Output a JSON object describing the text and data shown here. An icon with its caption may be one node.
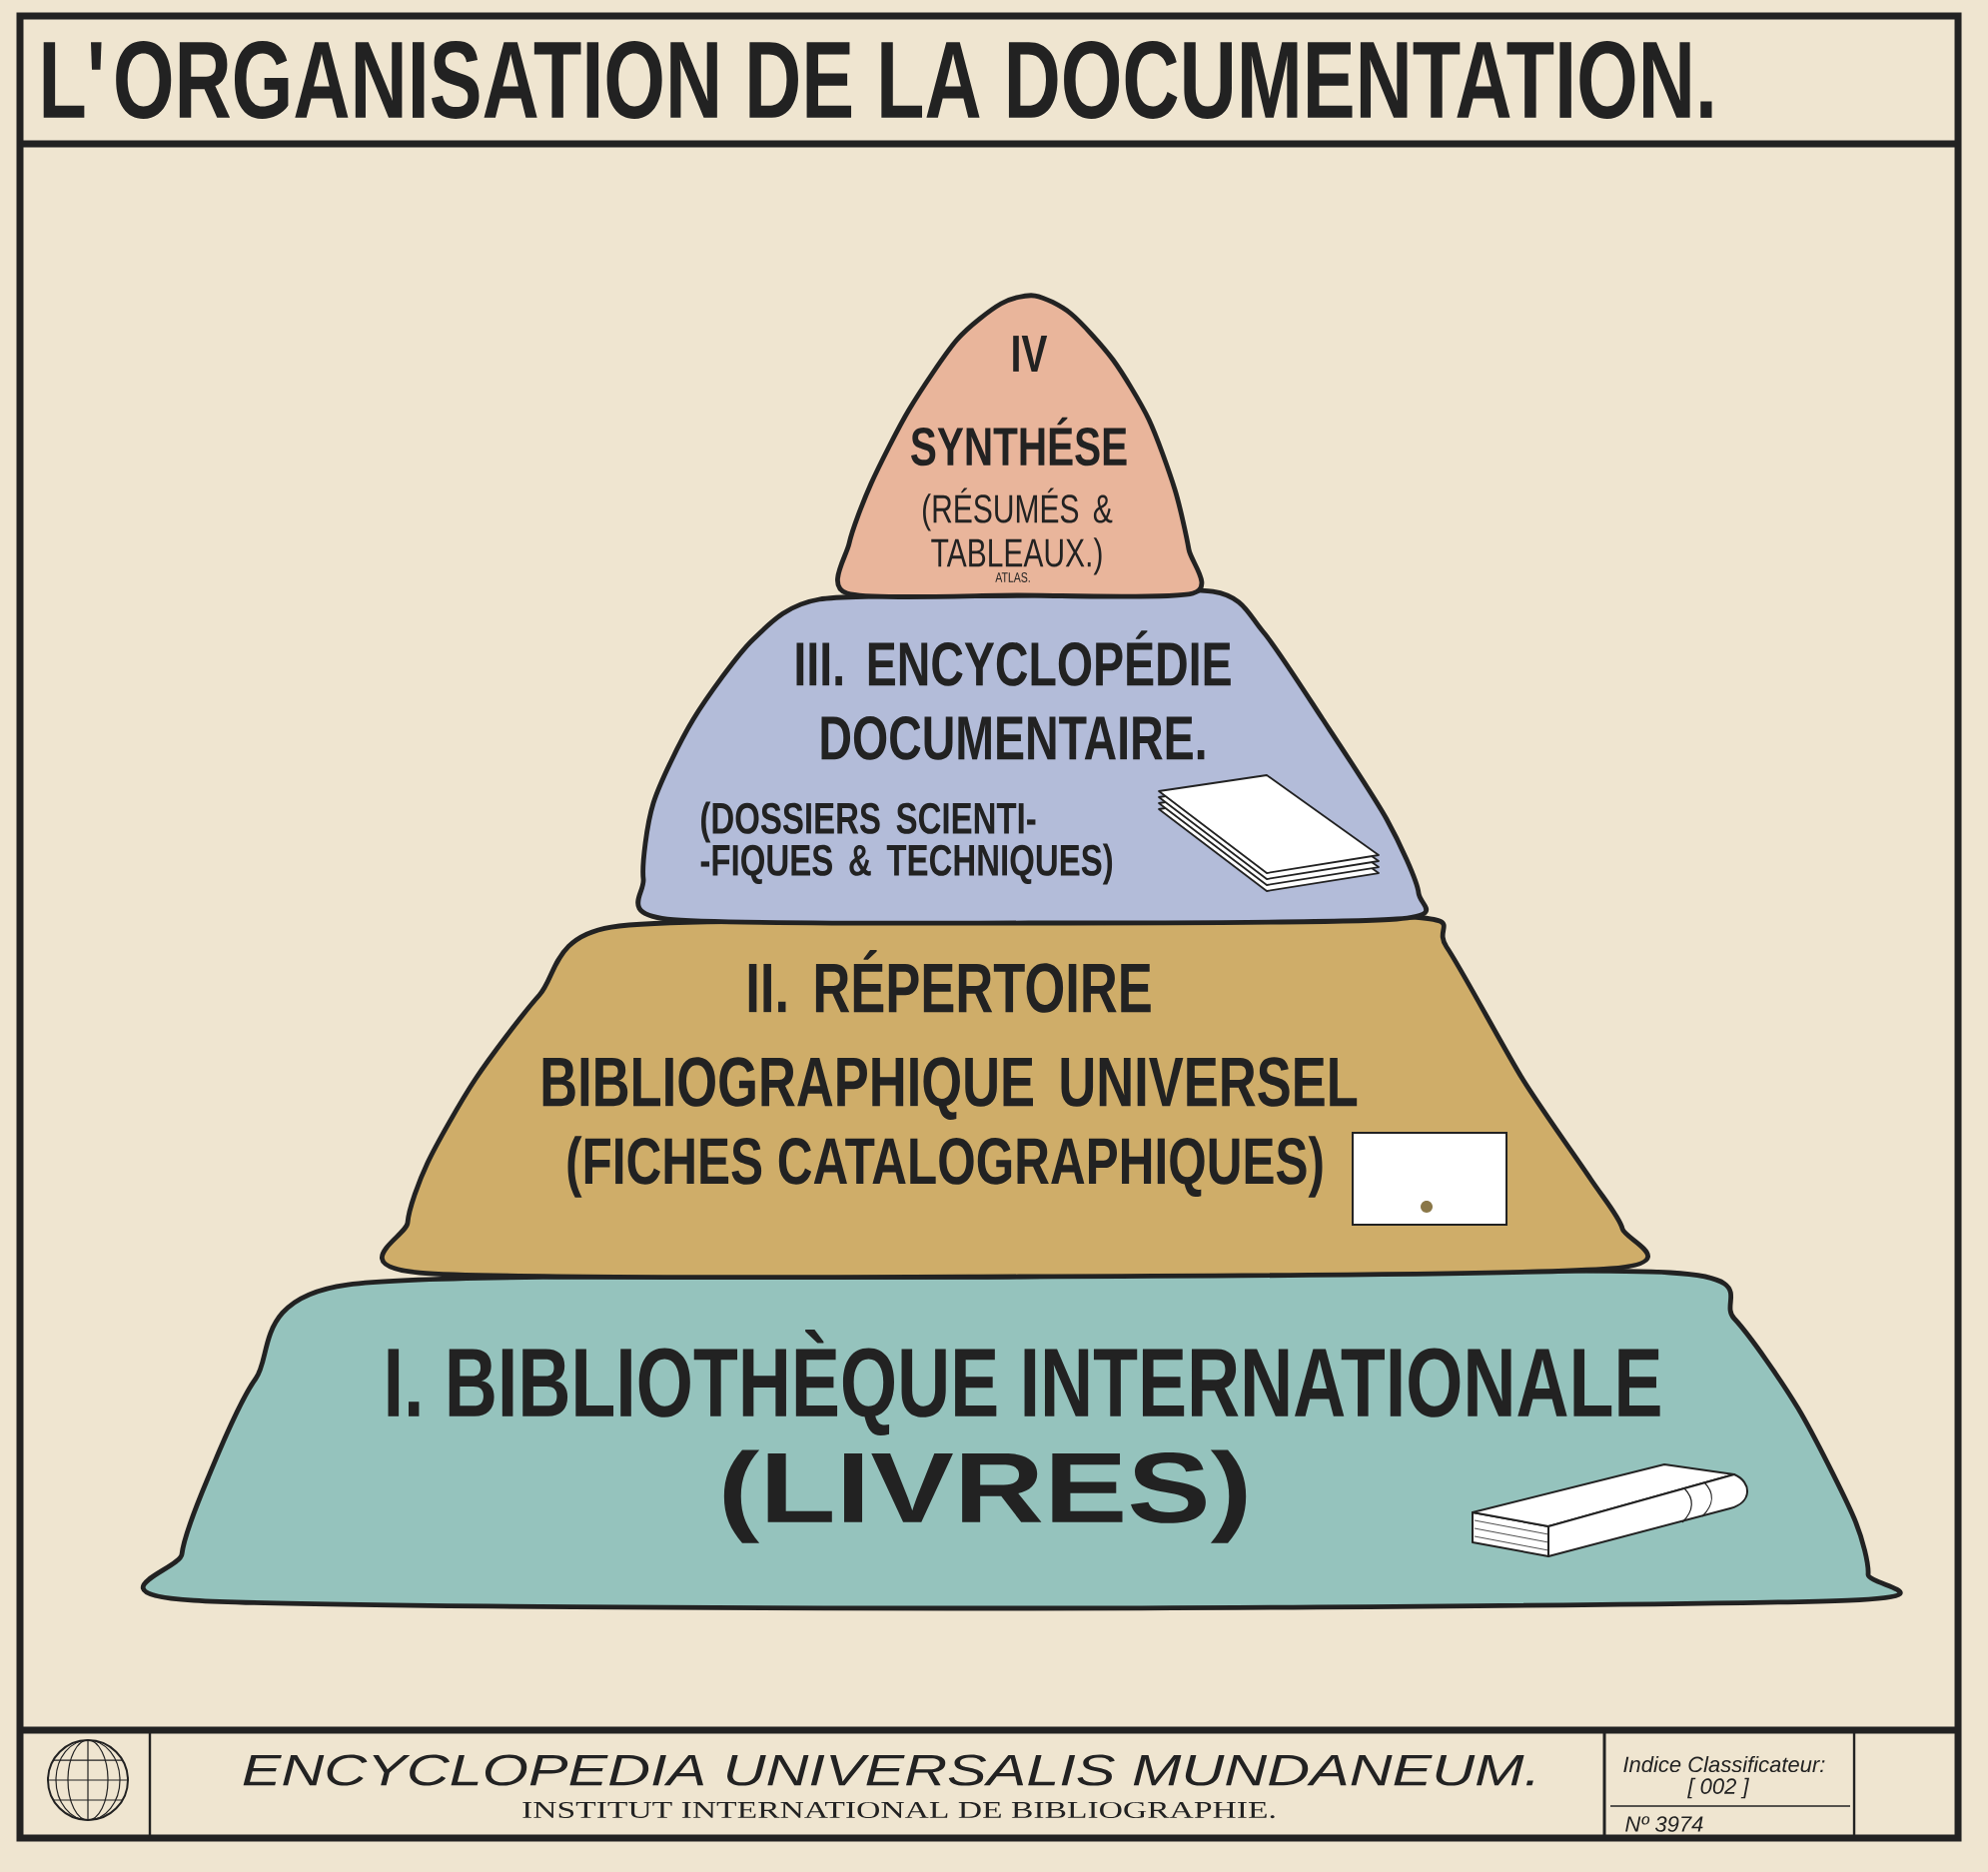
{
  "diagram": {
    "title": "L'ORGANISATION DE LA DOCUMENTATION.",
    "nodes": [
      {
        "text": [
          "IV",
          "SYNTHÉSE",
          "(RÉSUMÉS & TABLEAUX.)",
          "ATLAS."
        ]
      },
      {
        "text": [
          "III. ENCYCLOPÉDIE DOCUMENTAIRE.",
          "(DOSSIERS SCIENTI- -FIQUES & TECHNIQUES)"
        ]
      },
      {
        "text": [
          "II. RÉPERTOIRE BIBLIOGRAPHIQUE UNIVERSEL",
          "(FICHES CATALOGRAPHIQUES)"
        ]
      },
      {
        "text": [
          "I. BIBLIOTHÈQUE INTERNATIONALE",
          "(LIVRES)"
        ]
      }
    ],
    "labels": [
      "ENCYCLOPEDIA UNIVERSALIS MUNDANEUM.",
      "INSTITUT INTERNATIONAL DE BIBLIOGRAPHIE.",
      "Indice Classificateur:",
      "[ 002 ]",
      "Nº 3974"
    ]
  }
}
